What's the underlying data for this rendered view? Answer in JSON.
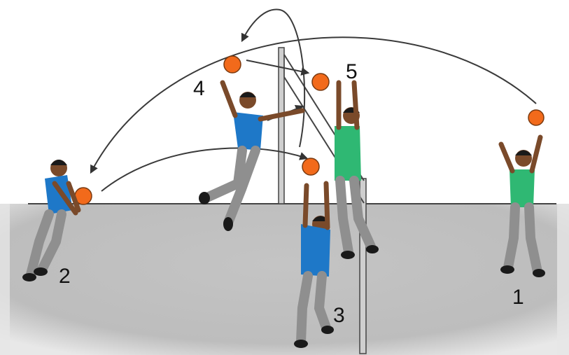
{
  "colors": {
    "court": "#bdbdbd",
    "ball": "#f26a1b",
    "team_blue": "#1e78c8",
    "team_green": "#2fb873",
    "pants": "#8f8f8f",
    "skin": "#7a4a2a",
    "hair": "#1a1a1a",
    "line": "#333333"
  },
  "players": [
    {
      "number": "1",
      "team": "green",
      "action": "receiving"
    },
    {
      "number": "2",
      "team": "blue",
      "action": "bumping"
    },
    {
      "number": "3",
      "team": "blue",
      "action": "setting"
    },
    {
      "number": "4",
      "team": "blue",
      "action": "spiking"
    },
    {
      "number": "5",
      "team": "green",
      "action": "blocking"
    }
  ],
  "icons": {
    "ball": "volleyball-icon",
    "net": "net-icon"
  }
}
